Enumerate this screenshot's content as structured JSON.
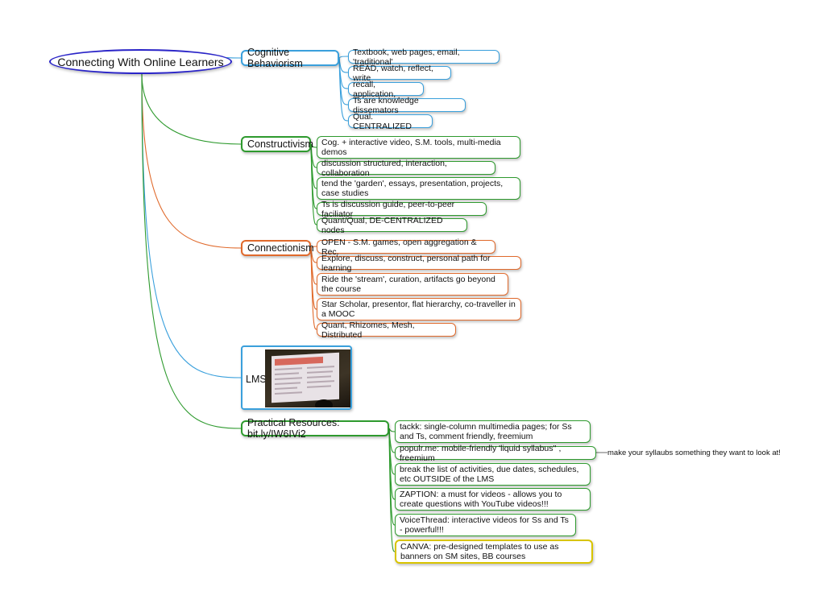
{
  "colors": {
    "blue": "#3aa0dc",
    "green": "#2e9a2e",
    "orange": "#e06a2c",
    "root_outline": "#2a24c8",
    "highlight": "#d8c400"
  },
  "root": {
    "label": "Connecting With Online Learners"
  },
  "topics": {
    "cognitive": {
      "label": "Cognitive Behaviorism",
      "items": [
        "Textbook, web pages, email, 'traditional'",
        "READ, watch, reflect, write",
        "recall, application,",
        "Ts are knowledge dissemators",
        "Qual. CENTRALIZED"
      ]
    },
    "constructivism": {
      "label": "Constructivism",
      "items": [
        "Cog. + interactive video, S.M. tools, multi-media demos",
        "discussion structured, interaction, collaboration",
        "tend the 'garden', essays, presentation, projects, case studies",
        "Ts is discussion guide, peer-to-peer faciliator",
        "Quant/Qual, DE-CENTRALIZED nodes"
      ]
    },
    "connectionism": {
      "label": "Connectionism",
      "items": [
        "OPEN - S.M. games, open aggregation & Rec.",
        "Explore, discuss, construct, personal path for learning",
        "Ride the 'stream', curation, artifacts go beyond the course",
        "Star Scholar, presentor, flat hierarchy, co-traveller in a MOOC",
        "Quant, Rhizomes, Mesh, Distributed"
      ]
    },
    "lms": {
      "label": "LMS"
    },
    "resources": {
      "label": "Practical Resources: bit.ly/IW6IVi2",
      "items": [
        "tackk: single-column multimedia pages; for Ss and Ts, comment friendly, freemium",
        "populr.me: mobile-friendly 'liquid syllabus'' , freemium",
        "break the list of activities, due dates, schedules, etc OUTSIDE of the LMS",
        "ZAPTION: a must for videos - allows you to create questions with YouTube videos!!!",
        "VoiceThread: interactive videos for Ss and Ts - powerful!!!",
        "CANVA: pre-designed templates to use as banners on SM sites, BB courses"
      ],
      "note": "make your syllaubs something they want to look at!"
    }
  }
}
